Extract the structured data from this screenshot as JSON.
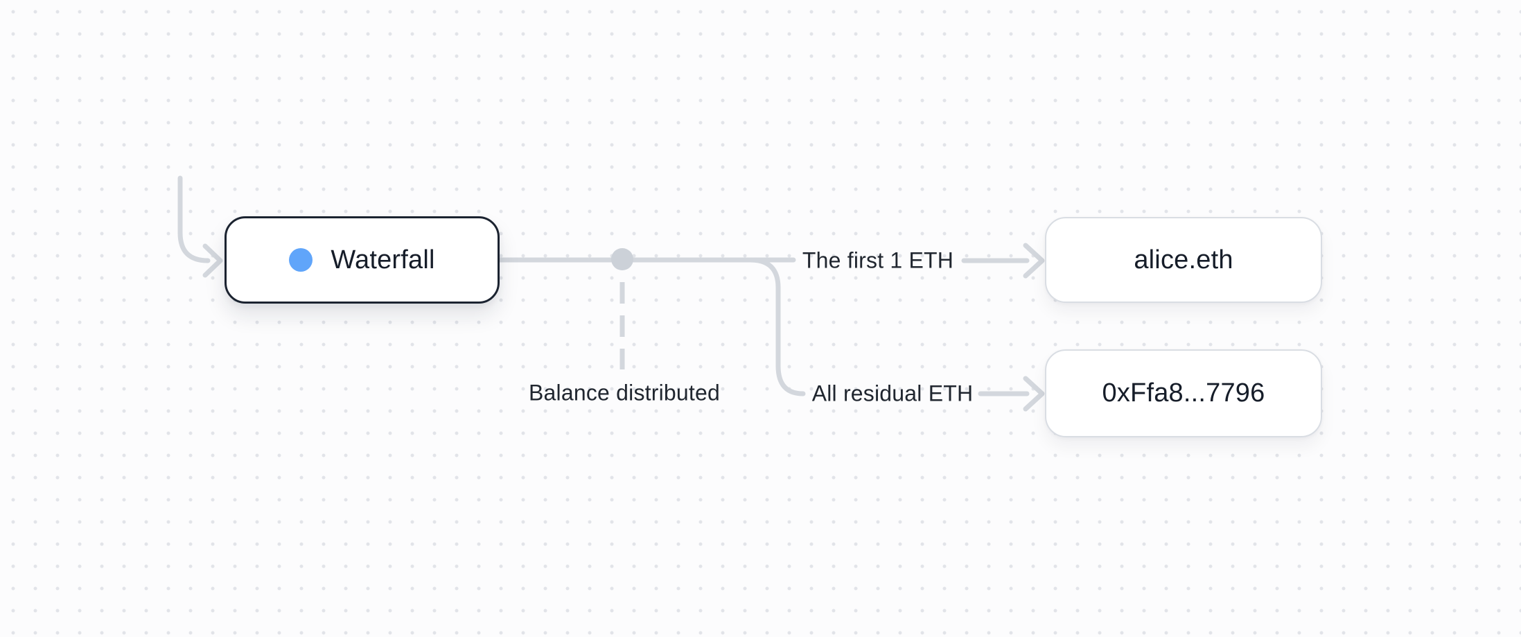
{
  "canvas": {
    "background_color": "#fcfcfd",
    "dot_grid_color": "#e2e4e9",
    "edge_color": "#d3d7dd"
  },
  "nodes": {
    "waterfall": {
      "label": "Waterfall",
      "accent_dot_color": "#60a5fa",
      "border_color": "#1b2330"
    },
    "recipient_top": {
      "label": "alice.eth",
      "border_color": "#d9dde3"
    },
    "recipient_bottom": {
      "label": "0xFfa8...7796",
      "border_color": "#d9dde3"
    }
  },
  "edge_labels": {
    "first_tranche": "The first 1 ETH",
    "residual_tranche": "All residual ETH",
    "distribution_note": "Balance distributed"
  }
}
